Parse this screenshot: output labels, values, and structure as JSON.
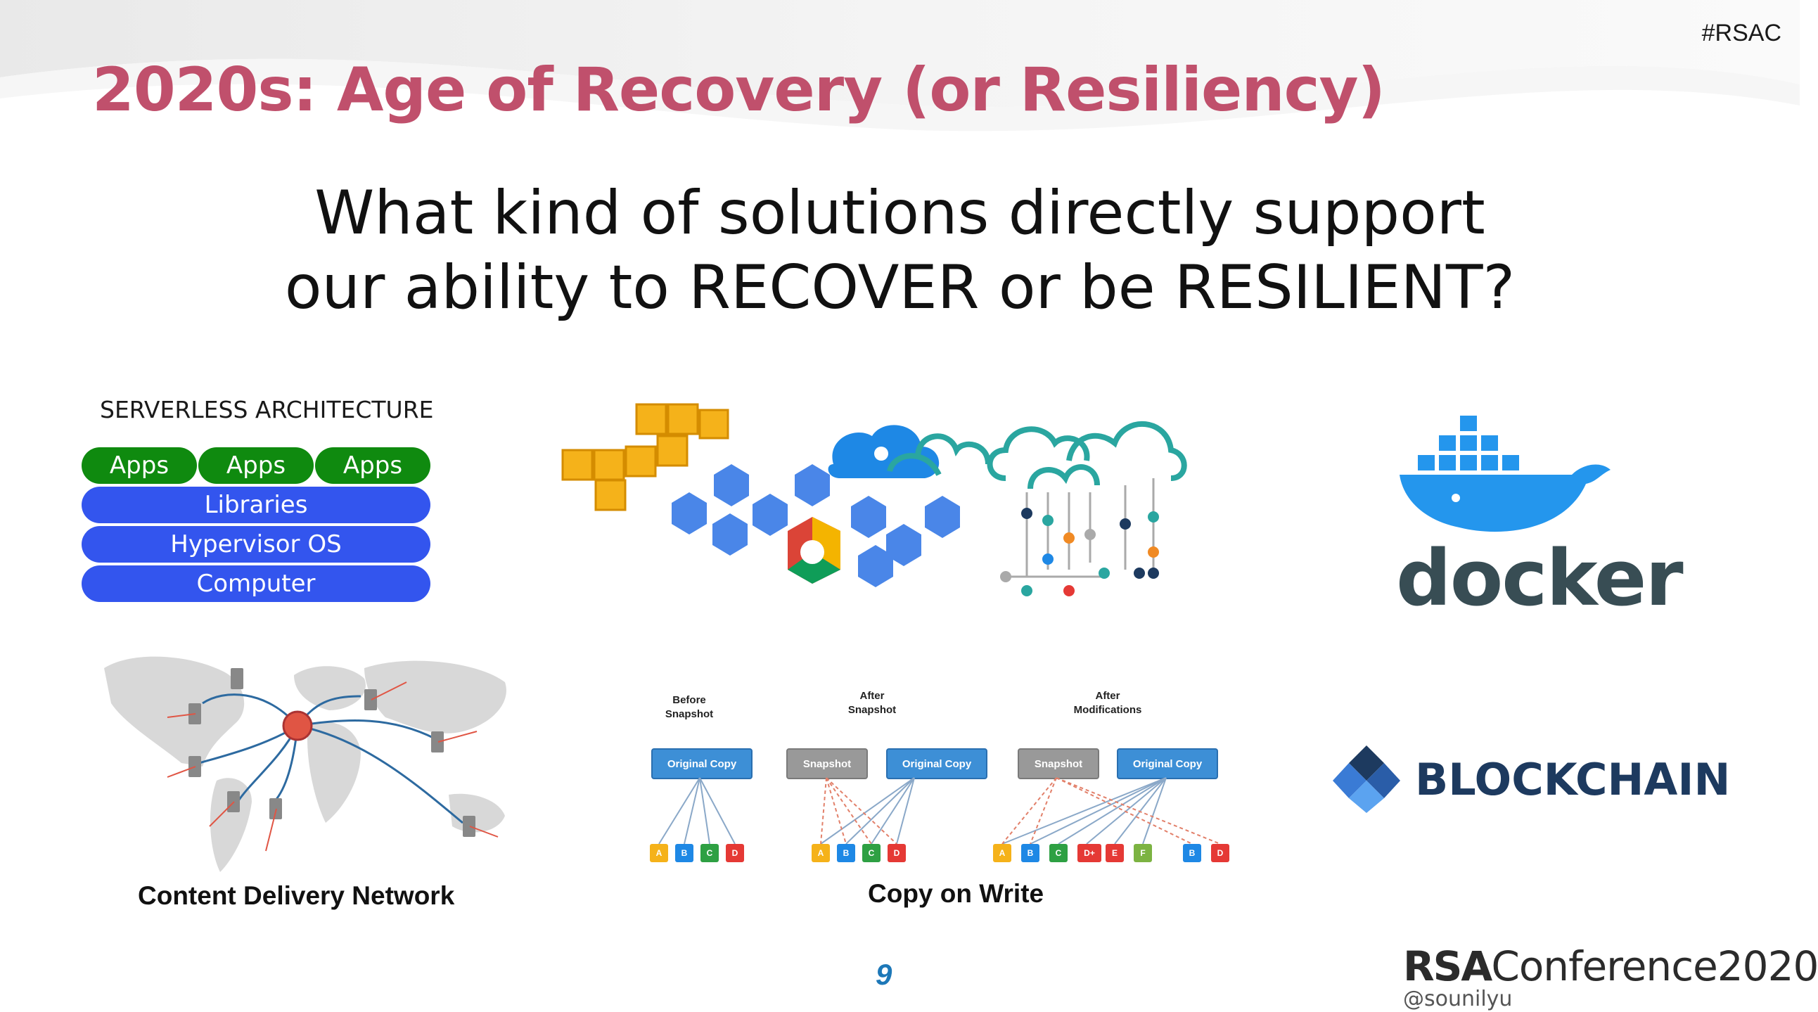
{
  "slide": {
    "hashtag": "#RSAC",
    "title": "2020s: Age of Recovery (or Resiliency)",
    "question_line1": "What kind of solutions directly support",
    "question_line2": "our ability to RECOVER or be RESILIENT?",
    "page_number": "9"
  },
  "serverless": {
    "title": "SERVERLESS ARCHITECTURE",
    "apps": [
      "Apps",
      "Apps",
      "Apps"
    ],
    "layers": [
      "Libraries",
      "Hypervisor OS",
      "Computer"
    ]
  },
  "cdn": {
    "caption": "Content Delivery Network"
  },
  "copy_on_write": {
    "caption": "Copy on Write",
    "stage_labels": [
      "Before\nSnapshot",
      "After\nSnapshot",
      "After\nModifications"
    ],
    "boxes": {
      "original_copy": "Original Copy",
      "snapshot": "Snapshot"
    },
    "blocks_before": [
      "A",
      "B",
      "C",
      "D"
    ],
    "blocks_after_snapshot": [
      "A",
      "B",
      "C",
      "D"
    ],
    "blocks_after_mod": [
      "A",
      "B",
      "C",
      "D+",
      "E",
      "F"
    ],
    "blocks_after_mod_right": [
      "B",
      "D"
    ]
  },
  "docker": {
    "wordmark": "docker"
  },
  "blockchain": {
    "wordmark": "BLOCKCHAIN"
  },
  "footer": {
    "logo_bold": "RSA",
    "logo_light": "Conference2020",
    "handle": "@sounilyu"
  },
  "colors": {
    "title": "#c0506c",
    "apps_green": "#0f8a0f",
    "layer_blue": "#3355ee",
    "page_num": "#1d78b8",
    "docker_blue": "#2496ed",
    "blockchain_blue": "#1d3a5f"
  }
}
